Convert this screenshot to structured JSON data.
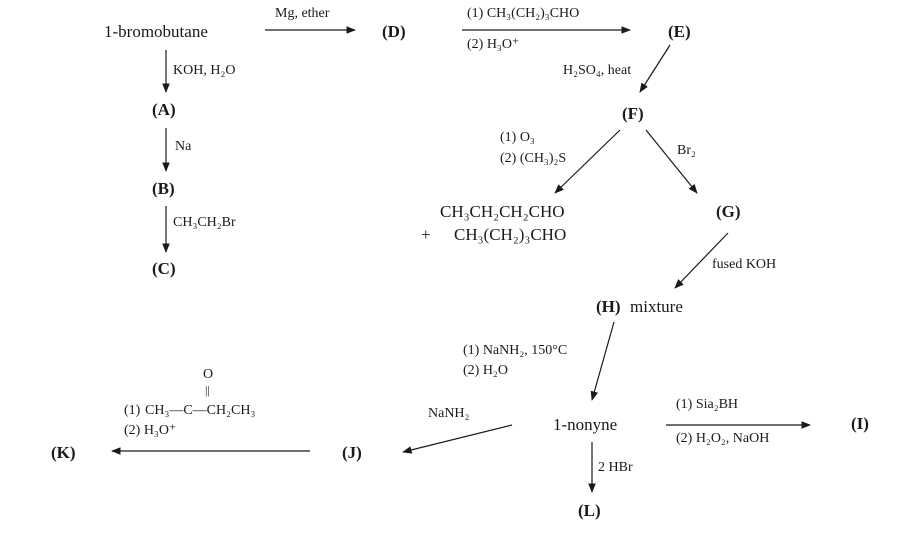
{
  "compounds": {
    "bromobutane": "1-bromobutane",
    "A": "(A)",
    "B": "(B)",
    "C": "(C)",
    "D": "(D)",
    "E": "(E)",
    "F": "(F)",
    "G": "(G)",
    "H_label": "(H)",
    "H_suffix": "mixture",
    "I": "(I)",
    "J": "(J)",
    "K": "(K)",
    "L": "(L)",
    "nonyne": "1-nonyne",
    "ozonolysis_product1": "CH₃CH₂CH₂CHO",
    "ozonolysis_plus": "+",
    "ozonolysis_product2": "CH₃(CH₂)₃CHO",
    "ketone_oxygen": "O",
    "ketone_bond": "||",
    "ketone_formula": "CH₃—C—CH₂CH₃"
  },
  "reagents": {
    "mg_ether": "Mg, ether",
    "koh_water": "KOH, H₂O",
    "na": "Na",
    "ethyl_bromide": "CH₃CH₂Br",
    "aldehyde_step1": "(1) CH₃(CH₂)₃CHO",
    "aldehyde_step2": "(2) H₃O⁺",
    "h2so4_heat": "H₂SO₄, heat",
    "ozone_step1": "(1) O₃",
    "ozone_step2": "(2) (CH₃)₂S",
    "bromine": "Br₂",
    "fused_koh": "fused KOH",
    "nanh2_step1": "(1) NaNH₂, 150°C",
    "nanh2_step2": "(2) H₂O",
    "nanh2": "NaNH₂",
    "ketone_step1": "(1)",
    "ketone_step2": "(2) H₃O⁺",
    "sia2bh_step1": "(1) Sia₂BH",
    "sia2bh_step2": "(2) H₂O₂, NaOH",
    "two_hbr": "2 HBr"
  }
}
